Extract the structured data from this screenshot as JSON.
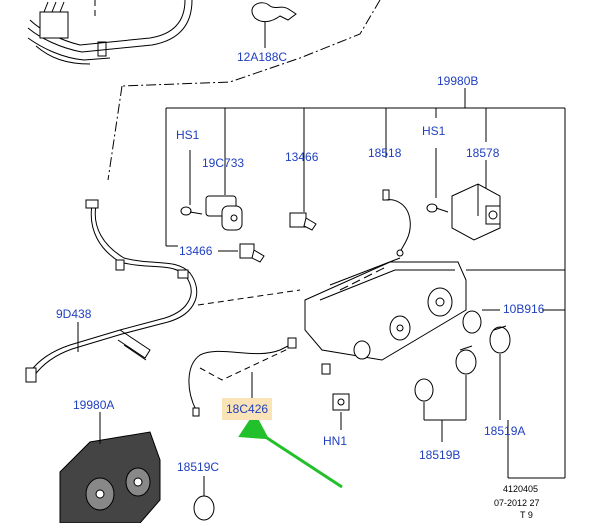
{
  "labels": {
    "part_12A188C": "12A188C",
    "part_19980B": "19980B",
    "hs1_left": "HS1",
    "hs1_right": "HS1",
    "part_19C733": "19C733",
    "part_13466_top": "13466",
    "part_18518": "18518",
    "part_18578": "18578",
    "part_13466_left": "13466",
    "part_9D438": "9D438",
    "part_10B916": "10B916",
    "part_18C426": "18C426",
    "part_19980A": "19980A",
    "hn1": "HN1",
    "part_18519B": "18519B",
    "part_18519A": "18519A",
    "part_18519C": "18519C"
  },
  "footer": {
    "code": "4120405",
    "date": "07-2012 27",
    "sheet": "T 9"
  },
  "colors": {
    "label_text": "#1f3fbf",
    "highlight_box": "#fbe3b8",
    "arrow": "#22c02a",
    "line_art": "#000000"
  }
}
